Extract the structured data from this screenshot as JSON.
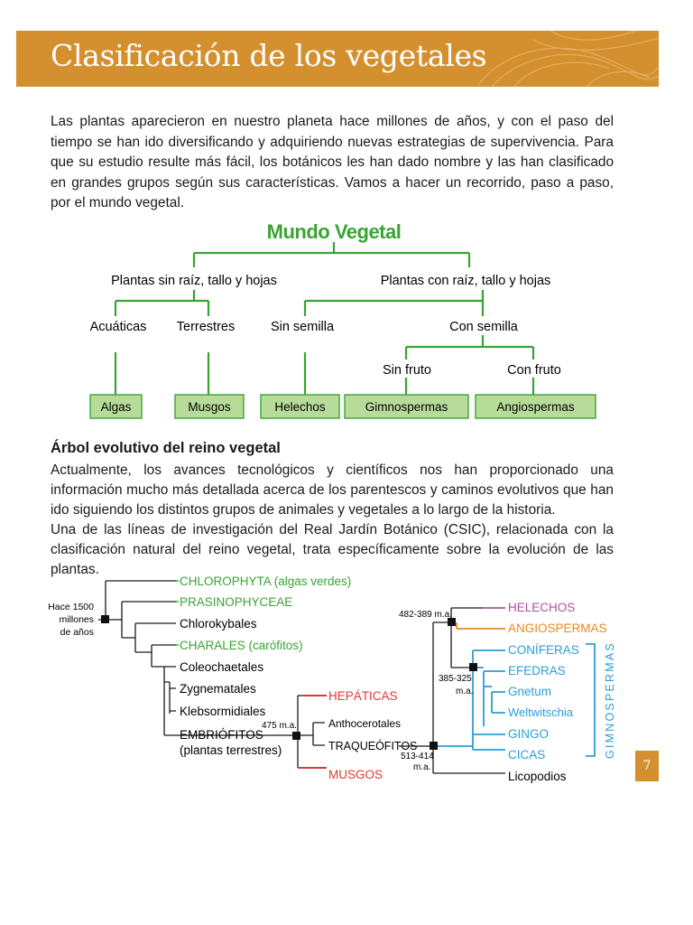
{
  "header": {
    "title": "Clasificación de los vegetales"
  },
  "intro": "Las plantas aparecieron en nuestro planeta hace millones de años, y con el paso del tiempo se han ido diversificando y adquiriendo nuevas estrategias de supervivencia. Para que su estudio resulte más fácil, los botánicos les han dado nombre y las han clasificado en grandes grupos según sus características. Vamos a hacer un recorrido, paso a paso, por el mundo vegetal.",
  "tree": {
    "root": "Mundo Vegetal",
    "level1": [
      "Plantas sin raíz, tallo y hojas",
      "Plantas con raíz, tallo y hojas"
    ],
    "level2": [
      "Acuáticas",
      "Terrestres",
      "Sin semilla",
      "Con semilla"
    ],
    "level3": [
      "Sin fruto",
      "Con fruto"
    ],
    "leaves": [
      "Algas",
      "Musgos",
      "Helechos",
      "Gimnospermas",
      "Angiospermas"
    ]
  },
  "section": {
    "title": "Árbol evolutivo del reino vegetal",
    "p1": "Actualmente, los avances tecnológicos y científicos nos han proporcionado una información mucho más detallada acerca de los parentescos y caminos evolutivos que han ido siguiendo los distintos grupos de animales y vegetales a lo largo de la historia.",
    "p2": "Una de las líneas de investigación del Real Jardín Botánico (CSIC), relacionada con la clasificación natural del reino vegetal, trata específicamente sobre la evolución de las plantas."
  },
  "cladogram_left": {
    "time_label": [
      "Hace 1500",
      "millones",
      "de años"
    ],
    "taxa": [
      {
        "label": "CHLOROPHYTA (algas verdes)",
        "color": "#3aa335"
      },
      {
        "label": "PRASINOPHYCEAE",
        "color": "#3aa335"
      },
      {
        "label": "Chlorokybales",
        "color": "#1a1a1a"
      },
      {
        "label": "CHARALES (carófitos)",
        "color": "#3aa335"
      },
      {
        "label": "Coleochaetales",
        "color": "#1a1a1a"
      },
      {
        "label": "Zygnematales",
        "color": "#1a1a1a"
      },
      {
        "label": "Klebsormidiales",
        "color": "#1a1a1a"
      },
      {
        "label": "EMBRIÓFITOS",
        "color": "#1a1a1a"
      }
    ],
    "embriofitos_sub": "(plantas terrestres)",
    "node_475": "475 m.a.",
    "hepaticas": "HEPÁTICAS",
    "anthocerotales": "Anthocerotales",
    "traqueofitos": "TRAQUEÓFITOS",
    "musgos": "MUSGOS"
  },
  "cladogram_right": {
    "node_482": "482-389 m.a.",
    "node_385": [
      "385-325",
      "m.a."
    ],
    "node_513": [
      "513-414",
      "m.a."
    ],
    "taxa": [
      {
        "label": "HELECHOS",
        "color": "#b04fa0"
      },
      {
        "label": "ANGIOSPERMAS",
        "color": "#e8891c"
      },
      {
        "label": "CONÍFERAS",
        "color": "#2a9fd8"
      },
      {
        "label": "EFEDRAS",
        "color": "#2a9fd8"
      },
      {
        "label": "Gnetum",
        "color": "#2a9fd8"
      },
      {
        "label": "Weltwitschia",
        "color": "#2a9fd8"
      },
      {
        "label": "GINGO",
        "color": "#2a9fd8"
      },
      {
        "label": "CICAS",
        "color": "#2a9fd8"
      },
      {
        "label": "Licopodios",
        "color": "#1a1a1a"
      }
    ],
    "bracket_label": "GIMNOSPERMAS"
  },
  "page_number": "7",
  "colors": {
    "accent": "#d4902f",
    "tree_green": "#3aa335",
    "leaf_fill": "#b7dc9a",
    "red": "#e03a2f",
    "blue": "#2a9fd8",
    "orange": "#e8891c",
    "purple": "#b04fa0"
  }
}
